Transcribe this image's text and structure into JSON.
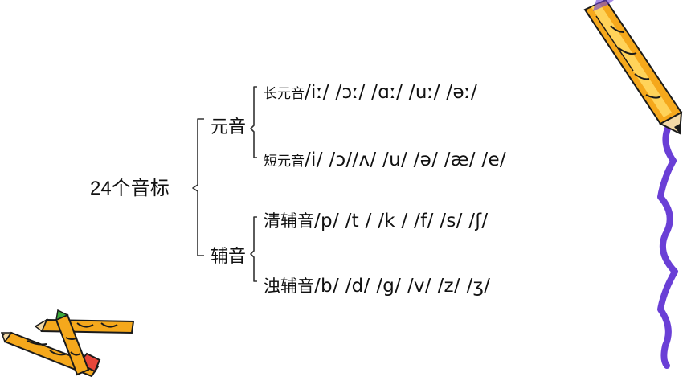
{
  "tree": {
    "root": {
      "number": "24",
      "label": "个音标"
    },
    "vowels": {
      "label": "元音",
      "long": {
        "name": "长元音",
        "symbols": "/iː/ /ɔː/ /ɑː/ /uː/ /əː/"
      },
      "short": {
        "name": "短元音",
        "symbols": "/i/ /ɔ//ʌ/ /u/ /ə/ /æ/ /e/"
      }
    },
    "consonants": {
      "label": "辅音",
      "voiceless": {
        "name": "清辅音",
        "symbols": "/p/ /t / /k / /f/ /s/ /ʃ/"
      },
      "voiced": {
        "name": "浊辅音",
        "symbols": "/b/ /d/ /g/ /v/ /z/ /ʒ/"
      }
    }
  },
  "decorations": {
    "right": "pencil-on-ribbon",
    "bottom_left": "crossed-pencils"
  },
  "colors": {
    "text": "#111111",
    "bracket": "#333333",
    "pencil_body": "#f5a81c",
    "pencil_outline": "#1a1a1a",
    "ribbon": "#6a3fd6",
    "eraser": "#e6463a",
    "eraser_green": "#3aa83a"
  }
}
